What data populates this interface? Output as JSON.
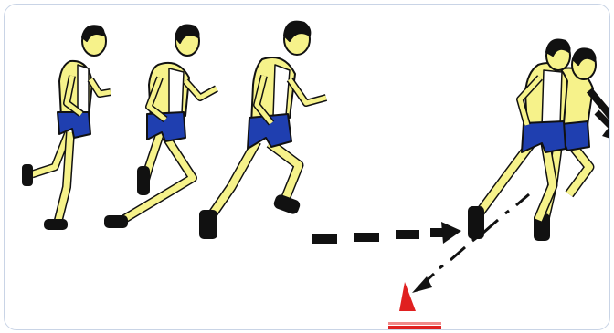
{
  "illustration": {
    "subject": "runner-sequence",
    "colors": {
      "skin": "#f6f28a",
      "shorts": "#1f3fb0",
      "shirt": "#ffffff",
      "outline": "#111111",
      "arrow": "#111111",
      "cone": "#e02020",
      "border": "#c9d4e6"
    },
    "icons": [
      "runner-figure",
      "dashed-arrow",
      "dash-dot-arrow",
      "cone-icon",
      "start-line"
    ]
  }
}
